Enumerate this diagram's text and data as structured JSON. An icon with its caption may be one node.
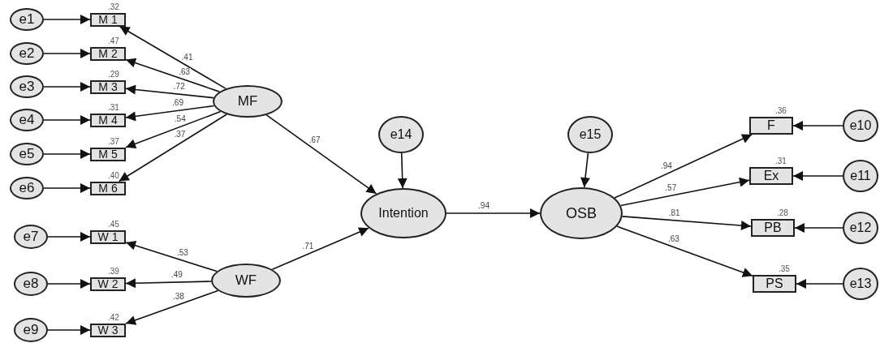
{
  "diagram": {
    "nodes": [
      {
        "text": [
          "e1"
        ]
      },
      {
        "text": [
          "M 1"
        ],
        "beside": [
          ".32"
        ]
      },
      {
        "text": [
          "e2"
        ]
      },
      {
        "text": [
          "M 2"
        ],
        "beside": [
          ".47"
        ]
      },
      {
        "text": [
          "e3"
        ]
      },
      {
        "text": [
          "M 3"
        ],
        "beside": [
          ".29"
        ]
      },
      {
        "text": [
          "e4"
        ]
      },
      {
        "text": [
          "M 4"
        ],
        "beside": [
          ".31"
        ]
      },
      {
        "text": [
          "e5"
        ]
      },
      {
        "text": [
          "M 5"
        ],
        "beside": [
          ".37"
        ]
      },
      {
        "text": [
          "e6"
        ]
      },
      {
        "text": [
          "M 6"
        ],
        "beside": [
          ".40"
        ]
      },
      {
        "text": [
          "MF"
        ]
      },
      {
        "text": [
          "e7"
        ]
      },
      {
        "text": [
          "W 1"
        ],
        "beside": [
          ".45"
        ]
      },
      {
        "text": [
          "e8"
        ]
      },
      {
        "text": [
          "W 2"
        ],
        "beside": [
          ".39"
        ]
      },
      {
        "text": [
          "e9"
        ]
      },
      {
        "text": [
          "W 3"
        ],
        "beside": [
          ".42"
        ]
      },
      {
        "text": [
          "WF"
        ]
      },
      {
        "text": [
          "e14"
        ]
      },
      {
        "text": [
          "Intention"
        ]
      },
      {
        "text": [
          "e15"
        ]
      },
      {
        "text": [
          "OSB"
        ]
      },
      {
        "text": [
          "F"
        ],
        "beside": [
          ".36"
        ]
      },
      {
        "text": [
          "e10"
        ]
      },
      {
        "text": [
          "Ex"
        ],
        "beside": [
          ".31"
        ]
      },
      {
        "text": [
          "e11"
        ]
      },
      {
        "text": [
          "PB"
        ],
        "beside": [
          ".28"
        ]
      },
      {
        "text": [
          "e12"
        ]
      },
      {
        "text": [
          "PS"
        ],
        "beside": [
          ".35"
        ]
      },
      {
        "text": [
          "e13"
        ]
      }
    ],
    "edges": [
      {
        "from": 0,
        "to": 1,
        "arrow": "to"
      },
      {
        "from": 2,
        "to": 3,
        "arrow": "to"
      },
      {
        "from": 4,
        "to": 5,
        "arrow": "to"
      },
      {
        "from": 6,
        "to": 7,
        "arrow": "to"
      },
      {
        "from": 8,
        "to": 9,
        "arrow": "to"
      },
      {
        "from": 10,
        "to": 11,
        "arrow": "to"
      },
      {
        "from": 12,
        "to": 1,
        "arrow": "to",
        "label": ".41"
      },
      {
        "from": 12,
        "to": 3,
        "arrow": "to",
        "label": ".63"
      },
      {
        "from": 12,
        "to": 5,
        "arrow": "to",
        "label": ".72"
      },
      {
        "from": 12,
        "to": 7,
        "arrow": "to",
        "label": ".69"
      },
      {
        "from": 12,
        "to": 9,
        "arrow": "to",
        "label": ".54"
      },
      {
        "from": 12,
        "to": 11,
        "arrow": "to",
        "label": ".37"
      },
      {
        "from": 13,
        "to": 14,
        "arrow": "to"
      },
      {
        "from": 15,
        "to": 16,
        "arrow": "to"
      },
      {
        "from": 17,
        "to": 18,
        "arrow": "to"
      },
      {
        "from": 19,
        "to": 14,
        "arrow": "to",
        "label": ".53"
      },
      {
        "from": 19,
        "to": 16,
        "arrow": "to",
        "label": ".49"
      },
      {
        "from": 19,
        "to": 18,
        "arrow": "to",
        "label": ".38"
      },
      {
        "from": 12,
        "to": 21,
        "arrow": "to",
        "label": ".67"
      },
      {
        "from": 19,
        "to": 21,
        "arrow": "to",
        "label": ".71"
      },
      {
        "from": 20,
        "to": 21,
        "arrow": "to"
      },
      {
        "from": 21,
        "to": 23,
        "arrow": "to",
        "label": ".94"
      },
      {
        "from": 22,
        "to": 23,
        "arrow": "to"
      },
      {
        "from": 23,
        "to": 24,
        "arrow": "to",
        "label": ".94"
      },
      {
        "from": 23,
        "to": 26,
        "arrow": "to",
        "label": ".57"
      },
      {
        "from": 23,
        "to": 28,
        "arrow": "to",
        "label": ".81"
      },
      {
        "from": 23,
        "to": 30,
        "arrow": "to",
        "label": ".63"
      },
      {
        "from": 25,
        "to": 24,
        "arrow": "to"
      },
      {
        "from": 27,
        "to": 26,
        "arrow": "to"
      },
      {
        "from": 29,
        "to": 28,
        "arrow": "to"
      },
      {
        "from": 31,
        "to": 30,
        "arrow": "to"
      }
    ]
  }
}
